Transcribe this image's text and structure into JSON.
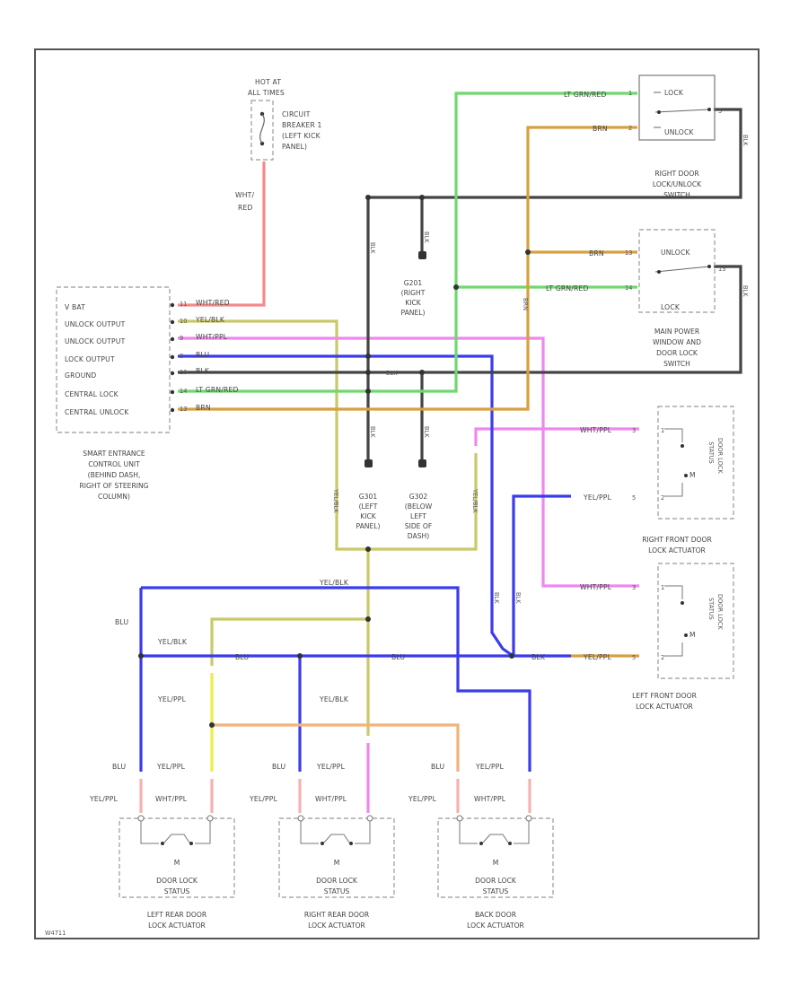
{
  "diagram": {
    "fuse_label_1": "HOT AT",
    "fuse_label_2": "ALL TIMES",
    "circuit_breaker_1": "CIRCUIT",
    "circuit_breaker_2": "BREAKER 1",
    "circuit_breaker_3": "(LEFT KICK",
    "circuit_breaker_4": "PANEL)",
    "wire_whtred_1": "WHT/",
    "wire_whtred_2": "RED",
    "seccu": {
      "pins": [
        "V BAT",
        "UNLOCK OUTPUT",
        "UNLOCK OUTPUT",
        "LOCK OUTPUT",
        "GROUND",
        "CENTRAL LOCK",
        "CENTRAL UNLOCK"
      ],
      "pin_nums": [
        "11",
        "10",
        "9",
        "8",
        "16",
        "14",
        "13"
      ],
      "wires": [
        "WHT/RED",
        "YEL/BLK",
        "WHT/PPL",
        "BLU",
        "BLK",
        "LT GRN/RED",
        "BRN"
      ],
      "caption": [
        "SMART ENTRANCE",
        "CONTROL UNIT",
        "(BEHIND DASH,",
        "RIGHT OF STEERING",
        "COLUMN)"
      ]
    },
    "ground_g201": [
      "G201",
      "(RIGHT",
      "KICK",
      "PANEL)"
    ],
    "ground_g201_wire": "BLK",
    "ground_g301": [
      "G301",
      "(LEFT",
      "KICK",
      "PANEL)"
    ],
    "ground_g302": [
      "G302",
      "(BELOW",
      "LEFT",
      "SIDE OF",
      "DASH)"
    ],
    "rd_switch": {
      "caption": [
        "RIGHT DOOR",
        "LOCK/UNLOCK",
        "SWITCH"
      ],
      "lock": "LOCK",
      "unlock": "UNLOCK",
      "wire_top": "LT GRN/RED",
      "wire_bot": "BRN",
      "pin_top": "1",
      "pin_bot": "2",
      "pin_gnd": "3",
      "gnd_wire": "BLK"
    },
    "mp_switch": {
      "caption": [
        "MAIN POWER",
        "WINDOW AND",
        "DOOR LOCK",
        "SWITCH"
      ],
      "unlock": "UNLOCK",
      "lock": "LOCK",
      "wire_top": "BRN",
      "wire_bot": "LT GRN/RED",
      "pin_top": "13",
      "pin_bot": "14",
      "pin_gnd": "15",
      "gnd_wire": "BLK"
    },
    "wire_brn_vertical": "BRN",
    "wire_blk_vertical": "BLK",
    "wire_blk_horizontal": "BLK",
    "rf_actuator": {
      "caption": [
        "RIGHT FRONT DOOR",
        "LOCK ACTUATOR"
      ],
      "side": [
        "DOOR LOCK",
        "STATUS"
      ],
      "wire_top": "WHT/PPL",
      "wire_bot": "YEL/PPL",
      "pin_top": "3",
      "pin_bot": "5",
      "pin_t": "1",
      "pin_b": "2"
    },
    "lf_actuator": {
      "caption": [
        "LEFT FRONT DOOR",
        "LOCK ACTUATOR"
      ],
      "side": [
        "DOOR LOCK",
        "STATUS"
      ],
      "wire_top": "WHT/PPL",
      "wire_bot": "YEL/PPL",
      "wire_blk": "BLK",
      "pin_top": "3",
      "pin_bot": "5",
      "pin_t": "1",
      "pin_b": "2"
    },
    "center_wires": {
      "yelblk_left": "YEL/BLK",
      "yelblk_right": "YEL/BLK",
      "blk_left": "BLK",
      "blk_right": "BLK",
      "blk_rf_1": "BLK",
      "blk_rf_2": "BLK",
      "yelblk_top": "YEL/BLK",
      "blu_left": "BLU",
      "yelblk_mid": "YEL/BLK",
      "blu_bus_1": "BLU",
      "blu_bus_2": "BLU",
      "yelppl_left": "YEL/PPL",
      "yelblk_center": "YEL/BLK"
    },
    "rear_actuators": [
      {
        "caption": [
          "LEFT REAR DOOR",
          "LOCK ACTUATOR"
        ],
        "status": [
          "DOOR LOCK",
          "STATUS"
        ],
        "w1": "BLU",
        "w2": "YEL/PPL",
        "w3": "YEL/PPL",
        "w4": "WHT/PPL",
        "m": "M"
      },
      {
        "caption": [
          "RIGHT REAR DOOR",
          "LOCK ACTUATOR"
        ],
        "status": [
          "DOOR LOCK",
          "STATUS"
        ],
        "w1": "BLU",
        "w2": "YEL/PPL",
        "w3": "YEL/PPL",
        "w4": "WHT/PPL",
        "m": "M"
      },
      {
        "caption": [
          "BACK DOOR",
          "LOCK ACTUATOR"
        ],
        "status": [
          "DOOR LOCK",
          "STATUS"
        ],
        "w1": "BLU",
        "w2": "YEL/PPL",
        "w3": "YEL/PPL",
        "w4": "WHT/PPL",
        "m": "M"
      }
    ],
    "rf_m": "M",
    "lf_m": "M",
    "footer_code": "W4711",
    "colors": {
      "wht_red": "#f48a8a",
      "yel_blk": "#c9c96a",
      "wht_ppl": "#ee88ee",
      "blu": "#3b3bee",
      "blk": "#444444",
      "lt_grn_red": "#6fd86f",
      "brn": "#d8a040",
      "yel_ppl": "#eded4a",
      "frame": "#555555"
    }
  }
}
